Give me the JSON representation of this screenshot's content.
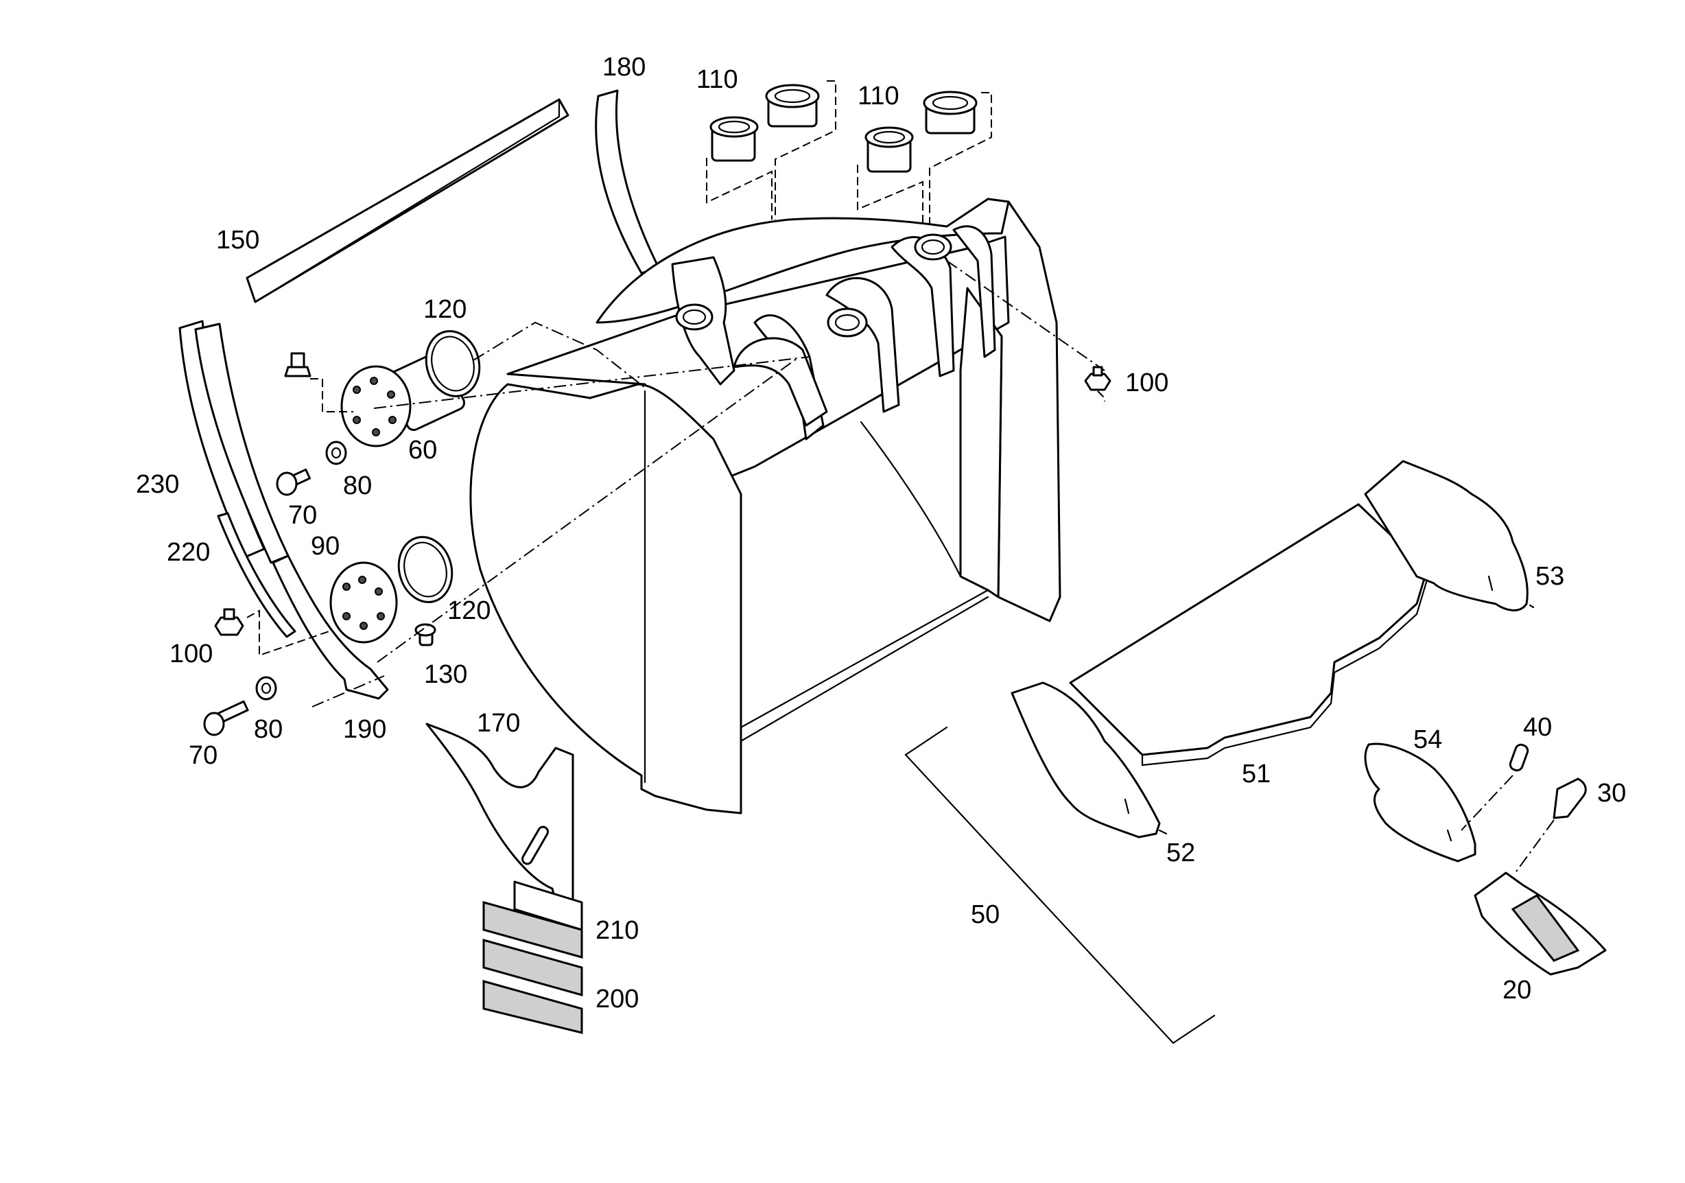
{
  "diagram": {
    "labels": {
      "p180": "180",
      "p110a": "110",
      "p110b": "110",
      "p150": "150",
      "p120a": "120",
      "p100a": "100",
      "p60": "60",
      "p230": "230",
      "p70a": "70",
      "p80a": "80",
      "p90": "90",
      "p220": "220",
      "p120b": "120",
      "p100b": "100",
      "p130": "130",
      "p80b": "80",
      "p70b": "70",
      "p190": "190",
      "p170": "170",
      "p210": "210",
      "p200": "200",
      "p53": "53",
      "p51": "51",
      "p52": "52",
      "p54": "54",
      "p40": "40",
      "p30": "30",
      "p50": "50",
      "p20": "20"
    }
  }
}
